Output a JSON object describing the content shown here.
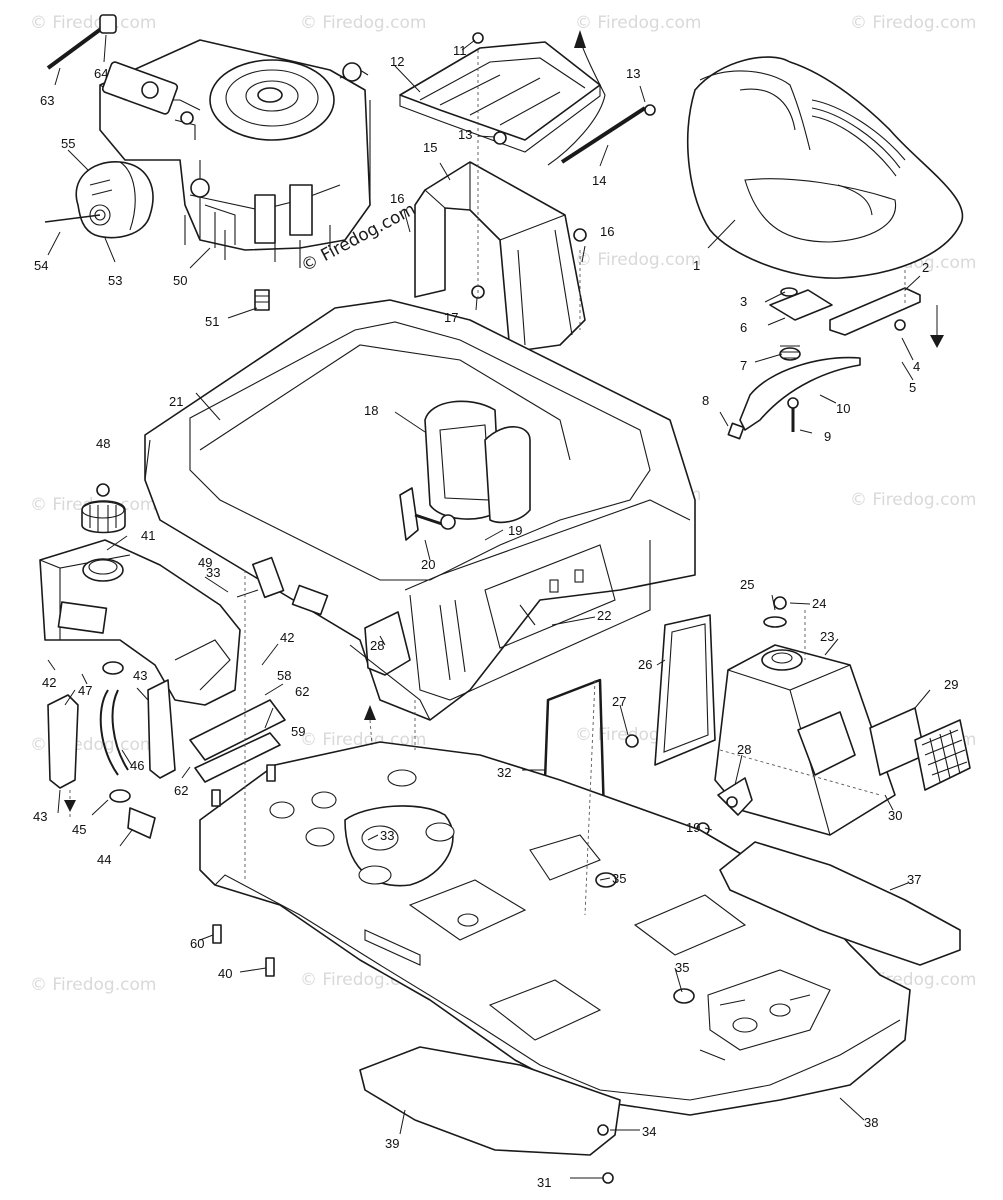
{
  "watermark": {
    "text": "© Firedog.com",
    "color": "#d9d9d9"
  },
  "callouts": [
    {
      "id": "c1",
      "label": "1"
    },
    {
      "id": "c2",
      "label": "2"
    },
    {
      "id": "c3",
      "label": "3"
    },
    {
      "id": "c4",
      "label": "4"
    },
    {
      "id": "c5",
      "label": "5"
    },
    {
      "id": "c6",
      "label": "6"
    },
    {
      "id": "c7",
      "label": "7"
    },
    {
      "id": "c8",
      "label": "8"
    },
    {
      "id": "c9",
      "label": "9"
    },
    {
      "id": "c10",
      "label": "10"
    },
    {
      "id": "c11",
      "label": "11"
    },
    {
      "id": "c12",
      "label": "12"
    },
    {
      "id": "c13a",
      "label": "13"
    },
    {
      "id": "c13b",
      "label": "13"
    },
    {
      "id": "c14",
      "label": "14"
    },
    {
      "id": "c15",
      "label": "15"
    },
    {
      "id": "c16a",
      "label": "16"
    },
    {
      "id": "c16b",
      "label": "16"
    },
    {
      "id": "c17",
      "label": "17"
    },
    {
      "id": "c18",
      "label": "18"
    },
    {
      "id": "c19a",
      "label": "19"
    },
    {
      "id": "c19b",
      "label": "19"
    },
    {
      "id": "c20",
      "label": "20"
    },
    {
      "id": "c21",
      "label": "21"
    },
    {
      "id": "c22",
      "label": "22"
    },
    {
      "id": "c23",
      "label": "23"
    },
    {
      "id": "c24",
      "label": "24"
    },
    {
      "id": "c25",
      "label": "25"
    },
    {
      "id": "c26",
      "label": "26"
    },
    {
      "id": "c27",
      "label": "27"
    },
    {
      "id": "c28a",
      "label": "28"
    },
    {
      "id": "c28b",
      "label": "28"
    },
    {
      "id": "c29",
      "label": "29"
    },
    {
      "id": "c30",
      "label": "30"
    },
    {
      "id": "c31",
      "label": "31"
    },
    {
      "id": "c32",
      "label": "32"
    },
    {
      "id": "c33a",
      "label": "33"
    },
    {
      "id": "c33b",
      "label": "33"
    },
    {
      "id": "c34",
      "label": "34"
    },
    {
      "id": "c35a",
      "label": "35"
    },
    {
      "id": "c35b",
      "label": "35"
    },
    {
      "id": "c37",
      "label": "37"
    },
    {
      "id": "c38",
      "label": "38"
    },
    {
      "id": "c39",
      "label": "39"
    },
    {
      "id": "c40",
      "label": "40"
    },
    {
      "id": "c41",
      "label": "41"
    },
    {
      "id": "c42a",
      "label": "42"
    },
    {
      "id": "c42b",
      "label": "42"
    },
    {
      "id": "c43a",
      "label": "43"
    },
    {
      "id": "c43b",
      "label": "43"
    },
    {
      "id": "c44",
      "label": "44"
    },
    {
      "id": "c45",
      "label": "45"
    },
    {
      "id": "c46",
      "label": "46"
    },
    {
      "id": "c47",
      "label": "47"
    },
    {
      "id": "c48",
      "label": "48"
    },
    {
      "id": "c49",
      "label": "49"
    },
    {
      "id": "c50",
      "label": "50"
    },
    {
      "id": "c51",
      "label": "51"
    },
    {
      "id": "c53",
      "label": "53"
    },
    {
      "id": "c54",
      "label": "54"
    },
    {
      "id": "c55",
      "label": "55"
    },
    {
      "id": "c58",
      "label": "58"
    },
    {
      "id": "c59",
      "label": "59"
    },
    {
      "id": "c60",
      "label": "60"
    },
    {
      "id": "c62a",
      "label": "62"
    },
    {
      "id": "c62b",
      "label": "62"
    },
    {
      "id": "c63",
      "label": "63"
    },
    {
      "id": "c64",
      "label": "64"
    }
  ]
}
